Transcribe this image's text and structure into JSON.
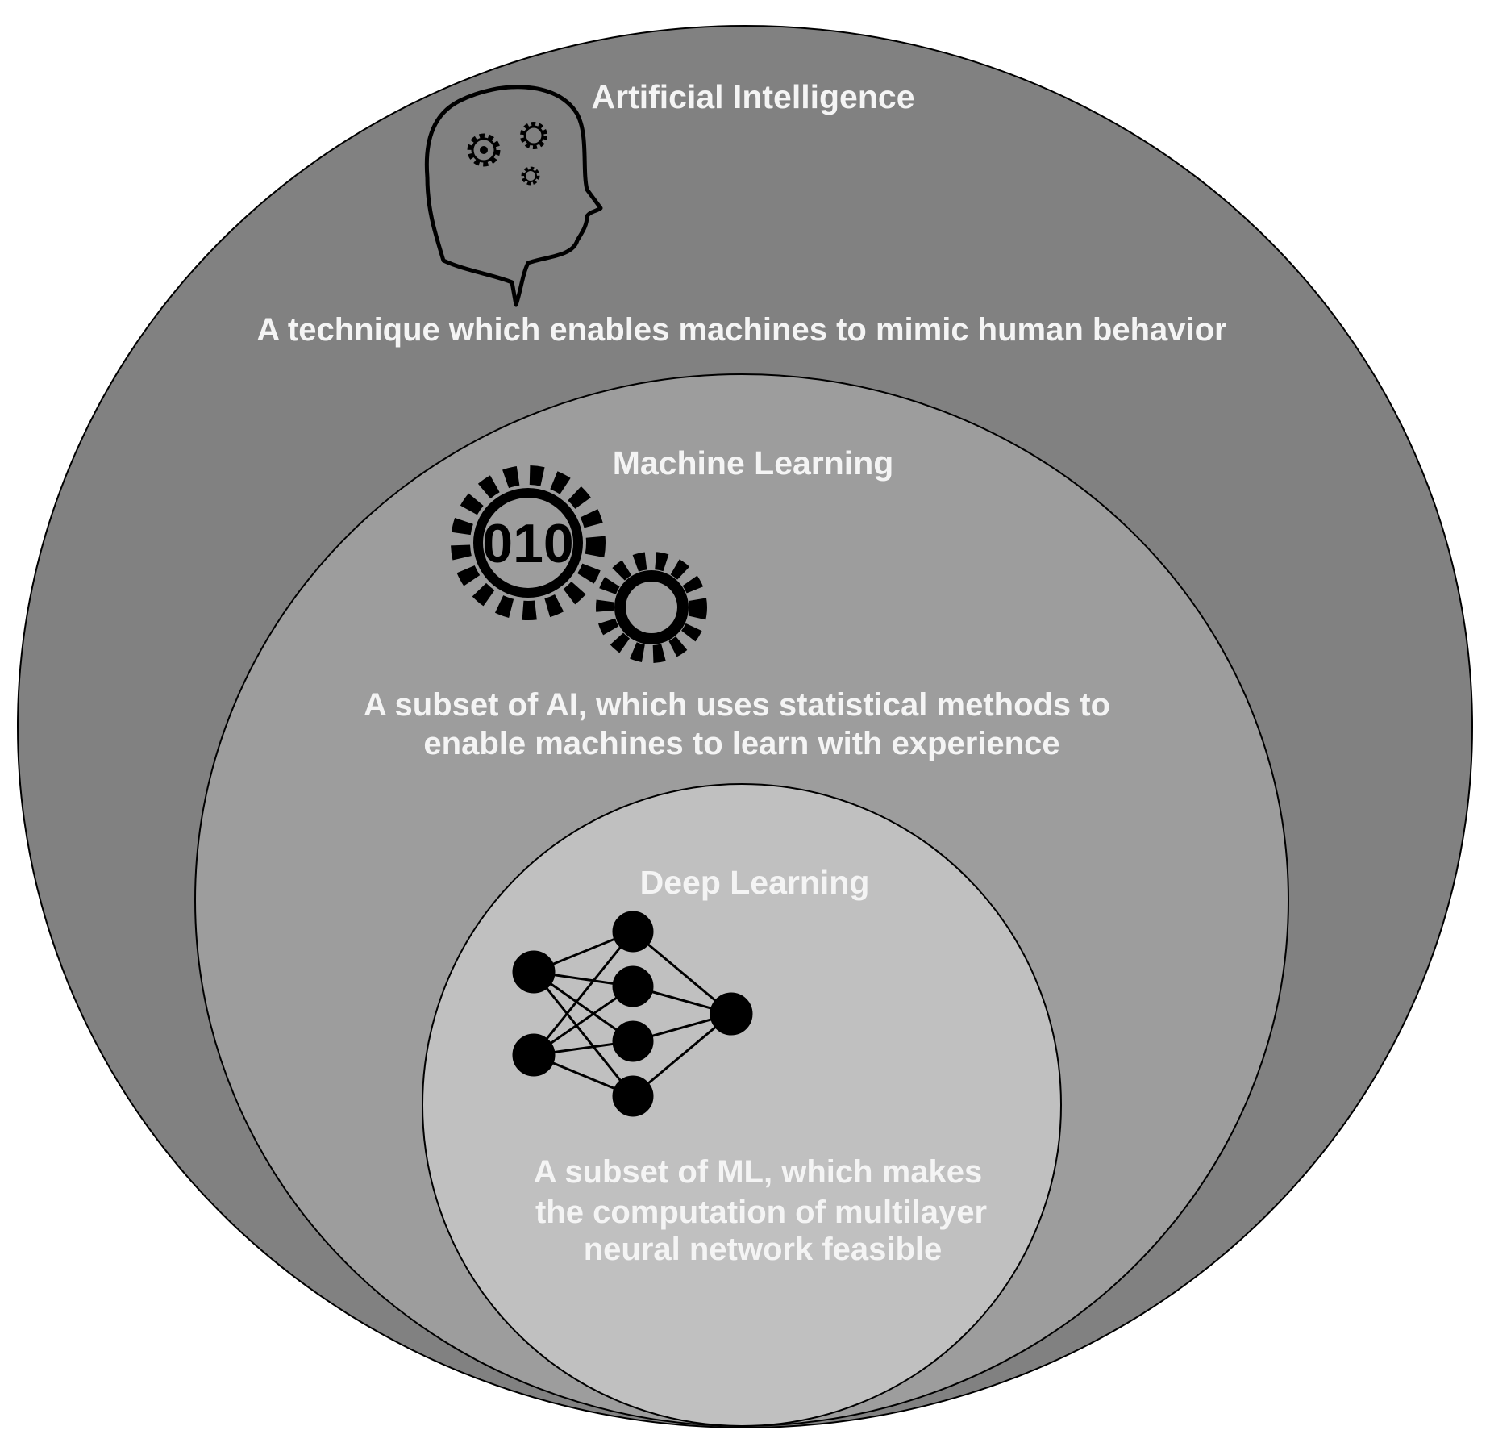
{
  "diagram": {
    "ai": {
      "title": "Artificial Intelligence",
      "description": "A technique which enables machines to mimic human behavior",
      "fill": "#818181",
      "icon": "head-with-gears-icon"
    },
    "ml": {
      "title": "Machine Learning",
      "description_lines": [
        "A subset of AI, which uses statistical methods to",
        "enable machines to learn with experience"
      ],
      "fill": "#9d9d9d",
      "icon": "binary-gears-icon"
    },
    "dl": {
      "title": "Deep Learning",
      "description_lines": [
        "A subset of ML, which makes",
        "the computation of multilayer",
        "neural network feasible"
      ],
      "fill": "#c0c0c0",
      "icon": "neural-network-icon"
    },
    "label_color": "#f4f4f4",
    "outline_color": "#000000"
  }
}
